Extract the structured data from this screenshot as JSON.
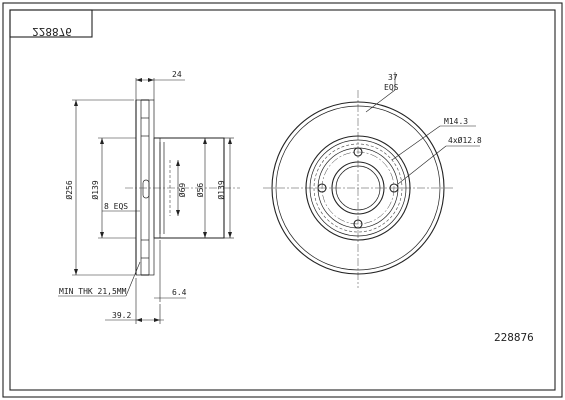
{
  "drawing": {
    "part_number": "228876",
    "part_number_mirrored": "228876"
  },
  "side_view": {
    "dim_outer_diameter": "Ø256",
    "dim_inner_diameter": "Ø139",
    "dim_bolt_circle": "Ø56",
    "dim_hub_bore": "Ø139",
    "dim_center_bore": "Ø69",
    "dim_thickness": "24",
    "dim_min_thickness": "MIN THK 21,5MM",
    "dim_offset": "6.4",
    "dim_height": "39.2",
    "dim_pcd": "8 EQS"
  },
  "front_view": {
    "vent_angle": "37",
    "vent_count": "EQS",
    "thread": "M14.3",
    "holes": "4xØ12.8"
  }
}
